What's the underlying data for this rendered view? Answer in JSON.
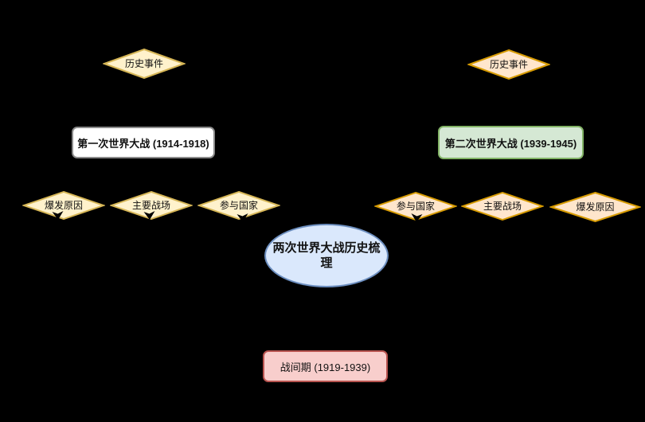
{
  "palette": {
    "background": "#000000",
    "yellow_fill": "#FFF2CC",
    "yellow_stroke": "#D6B656",
    "orange_fill": "#FFE6CC",
    "orange_stroke": "#D79B00",
    "green_fill": "#D5E8D4",
    "green_stroke": "#82B366",
    "red_fill": "#F8CECC",
    "red_stroke": "#B85450",
    "blue_fill": "#DAE8FC",
    "blue_stroke": "#6C8EBF",
    "white_fill": "#FFFFFF",
    "gray_stroke": "#8a8a8a",
    "arrow_color": "#000000"
  },
  "diagram": {
    "central_topic": "两次世界大战历史梳理",
    "interwar": {
      "title": "战间期 (1919-1939)"
    },
    "ww1": {
      "tag": "历史事件",
      "title": "第一次世界大战 (1914-1918)",
      "children": [
        "爆发原因",
        "主要战场",
        "参与国家"
      ]
    },
    "ww2": {
      "tag": "历史事件",
      "title": "第二次世界大战 (1939-1945)",
      "children": [
        "参与国家",
        "主要战场",
        "爆发原因"
      ]
    }
  }
}
